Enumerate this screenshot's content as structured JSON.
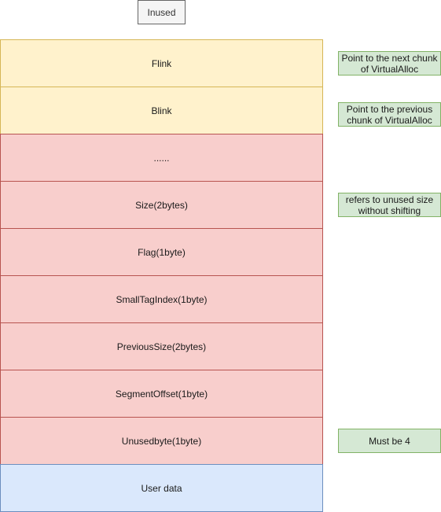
{
  "header_box": {
    "label": "Inused"
  },
  "structure": {
    "fields": [
      {
        "label": "Flink",
        "color": "#fff2cc"
      },
      {
        "label": "Blink",
        "color": "#fff2cc"
      },
      {
        "label": "......",
        "color": "#f8cecc"
      },
      {
        "label": "Size(2bytes)",
        "color": "#f8cecc"
      },
      {
        "label": "Flag(1byte)",
        "color": "#f8cecc"
      },
      {
        "label": "SmallTagIndex(1byte)",
        "color": "#f8cecc"
      },
      {
        "label": "PreviousSize(2bytes)",
        "color": "#f8cecc"
      },
      {
        "label": "SegmentOffset(1byte)",
        "color": "#f8cecc"
      },
      {
        "label": "Unusedbyte(1byte)",
        "color": "#f8cecc"
      },
      {
        "label": "User data",
        "color": "#dae8fc"
      }
    ]
  },
  "notes": [
    {
      "text": "Point to the next chunk\nof VirtualAlloc"
    },
    {
      "text": "Point to the previous\nchunk of VirtualAlloc"
    },
    {
      "text": "refers to unused size\nwithout shifting"
    },
    {
      "text": "Must be 4"
    }
  ],
  "colors": {
    "header_fill": "#f5f5f5",
    "yellow_fill": "#fff2cc",
    "red_fill": "#f8cecc",
    "blue_fill": "#dae8fc",
    "note_fill": "#d5e8d4"
  }
}
